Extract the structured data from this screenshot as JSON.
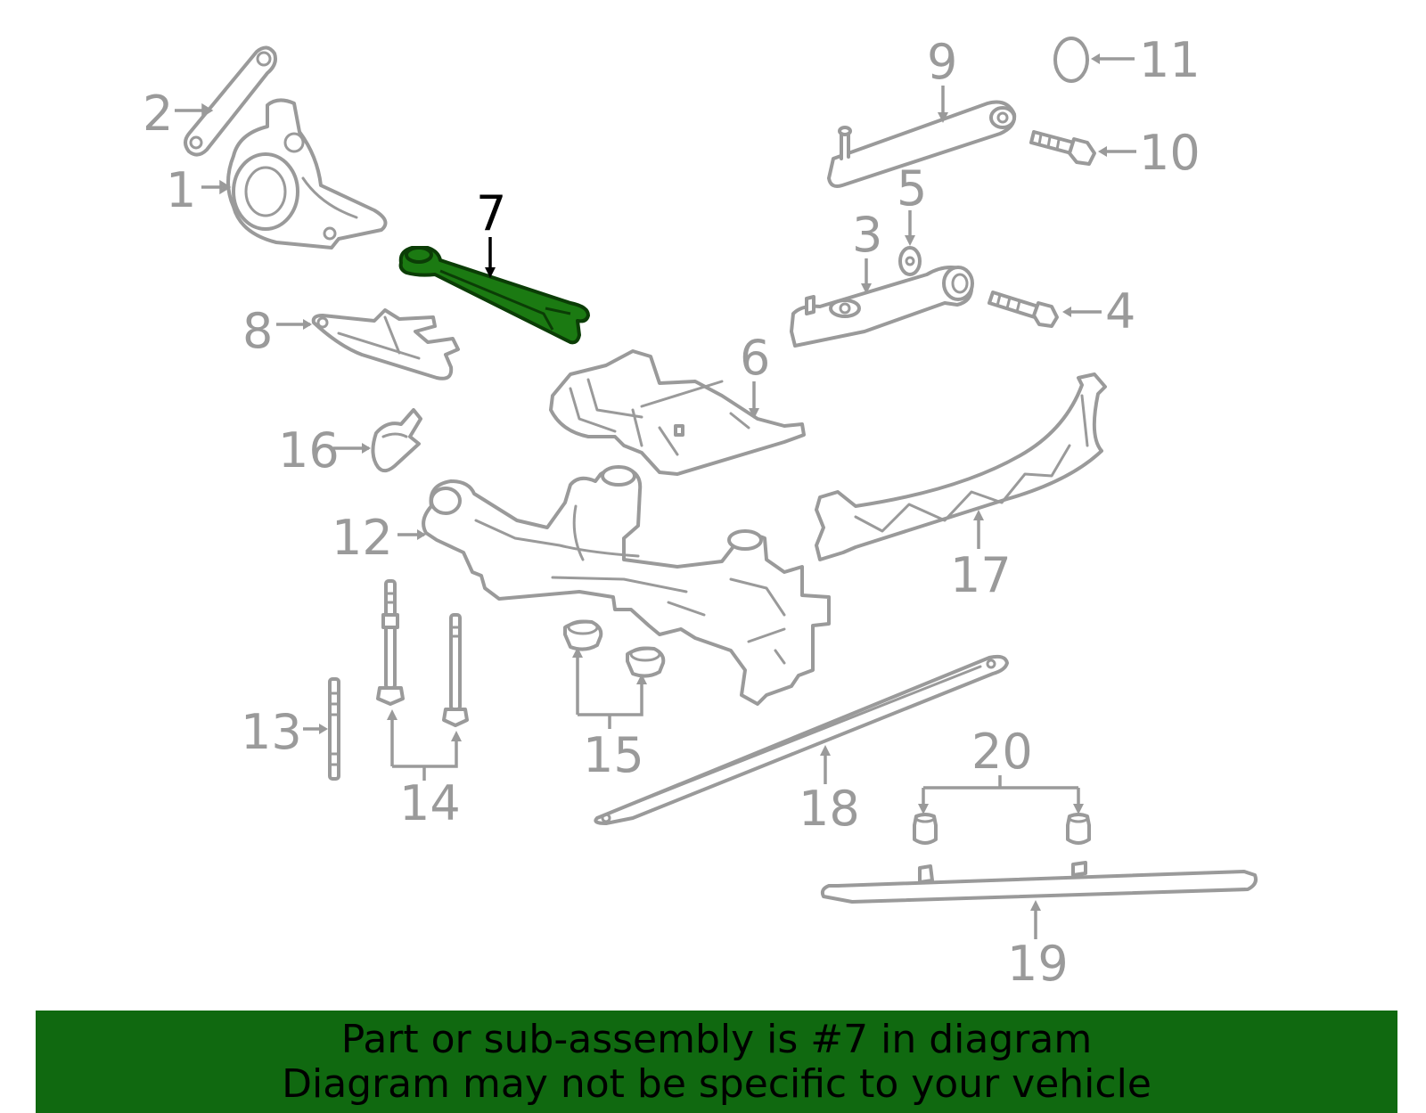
{
  "callouts": [
    {
      "id": "1",
      "label": "1"
    },
    {
      "id": "2",
      "label": "2"
    },
    {
      "id": "3",
      "label": "3"
    },
    {
      "id": "4",
      "label": "4"
    },
    {
      "id": "5",
      "label": "5"
    },
    {
      "id": "6",
      "label": "6"
    },
    {
      "id": "7",
      "label": "7",
      "highlighted": true
    },
    {
      "id": "8",
      "label": "8"
    },
    {
      "id": "9",
      "label": "9"
    },
    {
      "id": "10",
      "label": "10"
    },
    {
      "id": "11",
      "label": "11"
    },
    {
      "id": "12",
      "label": "12"
    },
    {
      "id": "13",
      "label": "13"
    },
    {
      "id": "14",
      "label": "14"
    },
    {
      "id": "15",
      "label": "15"
    },
    {
      "id": "16",
      "label": "16"
    },
    {
      "id": "17",
      "label": "17"
    },
    {
      "id": "18",
      "label": "18"
    },
    {
      "id": "19",
      "label": "19"
    },
    {
      "id": "20",
      "label": "20"
    }
  ],
  "highlighted_part": "7",
  "colors": {
    "highlight_fill": "#1b7a12",
    "banner_background": "#106910",
    "part_outline": "#9a9a9a"
  },
  "banner": {
    "line1": "Part or sub-assembly is #7 in diagram",
    "line2": "Diagram may not be specific to your vehicle"
  }
}
